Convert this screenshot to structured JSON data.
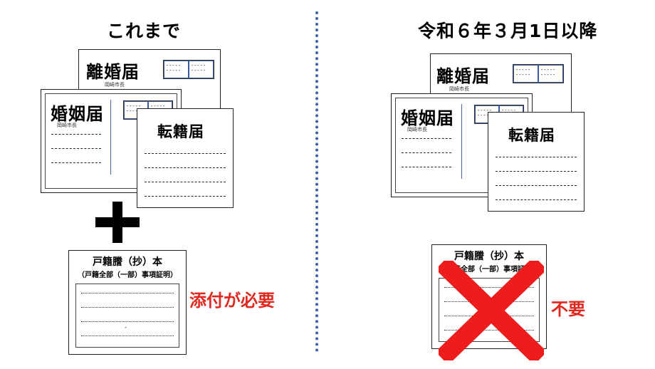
{
  "left": {
    "heading": "これまで",
    "divorce": {
      "title": "離婚届",
      "city": "岡崎市長",
      "stamp": "-----\n-----"
    },
    "marriage": {
      "title": "婚姻届",
      "city": "岡崎市長",
      "stamp": "-----\n-----"
    },
    "transfer": {
      "title": "転籍届"
    },
    "certificate": {
      "title": "戸籍謄（抄）本",
      "subtitle": "（戸籍全部（一部）事項証明）",
      "mark": "-"
    },
    "status_label": "添付が必要"
  },
  "right": {
    "heading": "令和６年３月1日以降",
    "divorce": {
      "title": "離婚届",
      "city": "岡崎市長",
      "stamp": "-----\n-----"
    },
    "marriage": {
      "title": "婚姻届",
      "city": "岡崎市長",
      "stamp": "-----\n-----"
    },
    "transfer": {
      "title": "転籍届"
    },
    "certificate": {
      "title": "戸籍謄（抄）本",
      "subtitle": "（戸籍全部（一部）事項証明）"
    },
    "status_label": "不要"
  },
  "colors": {
    "divider": "#3c5fa6",
    "red": "#e0281e",
    "cross": "#ee1c1c"
  },
  "icons": {
    "plus": "plus-icon",
    "cross": "cross-icon"
  }
}
